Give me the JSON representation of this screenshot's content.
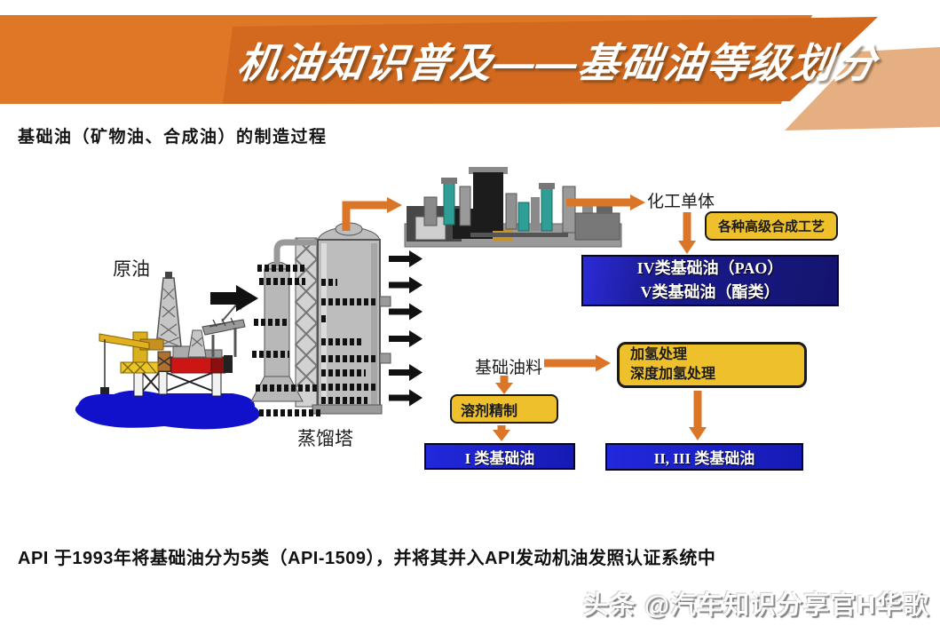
{
  "header": {
    "title": "机油知识普及——基础油等级划分",
    "subtitle": "基础油（矿物油、合成油）的制造过程"
  },
  "diagram": {
    "crude_oil_label": "原油",
    "tower_label": "蒸馏塔",
    "monomer_label": "化工单体",
    "feed_label": "基础油料",
    "synthesis_box": "各种高级合成工艺",
    "hydro_box_line1": "加氢处理",
    "hydro_box_line2": "深度加氢处理",
    "solvent_box": "溶剂精制",
    "group45_line1": "IV类基础油（PAO）",
    "group45_line2": "V类基础油（酯类）",
    "group1_box": "I 类基础油",
    "group23_box": "II, III 类基础油"
  },
  "footer": {
    "api_note": "API 于1993年将基础油分为5类（API-1509），并将其并入API发动机油发照认证系统中",
    "watermark": "头条 @汽车知识分享官H华歌"
  },
  "colors": {
    "band_orange": "#de7827",
    "banner_orange": "#d2691e",
    "tan_orange": "#e5af82",
    "arrow_orange": "#db7628",
    "arrow_black": "#111111",
    "box_yellow": "#eec02b",
    "box_blue_dark": "#17177e",
    "box_blue_bright": "#1a1ecc",
    "water_blue": "#1111cc",
    "deck_red": "#cc1616"
  }
}
